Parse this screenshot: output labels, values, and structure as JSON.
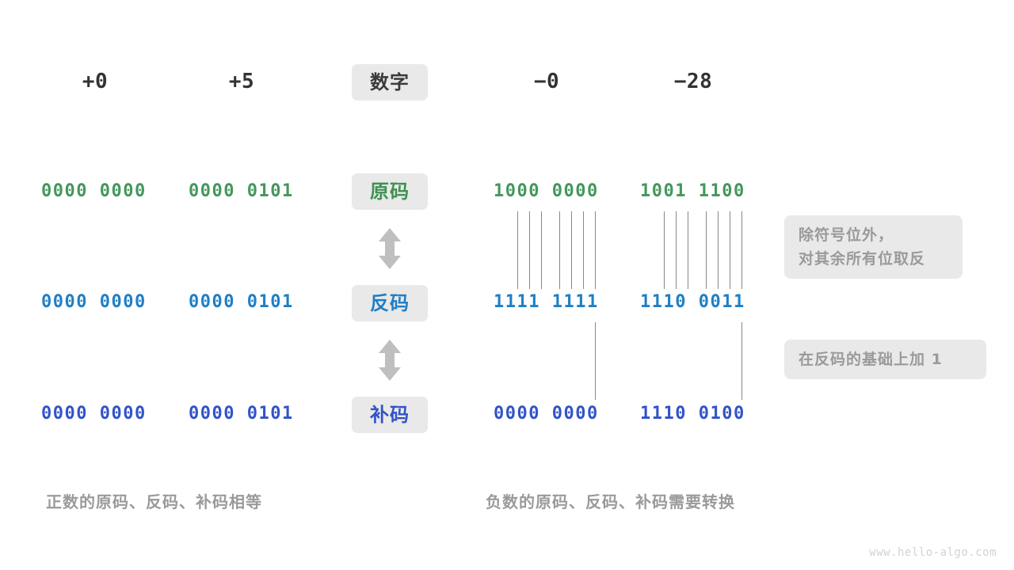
{
  "header": {
    "columns": [
      {
        "label": "+0",
        "kind": "number"
      },
      {
        "label": "+5",
        "kind": "number"
      },
      {
        "label": "数字",
        "kind": "badge"
      },
      {
        "label": "−0",
        "kind": "number"
      },
      {
        "label": "−28",
        "kind": "number"
      }
    ]
  },
  "rows": [
    {
      "badge": "原码",
      "color": "#44975b",
      "values": [
        "0000 0000",
        "0000 0101",
        "1000 0000",
        "1001 1100"
      ]
    },
    {
      "badge": "反码",
      "color": "#1f7fc4",
      "values": [
        "0000 0000",
        "0000 0101",
        "1111 1111",
        "1110 0011"
      ]
    },
    {
      "badge": "补码",
      "color": "#3253c8",
      "values": [
        "0000 0000",
        "0000 0101",
        "0000 0000",
        "1110 0100"
      ]
    }
  ],
  "notes": [
    {
      "text": "除符号位外，\n对其余所有位取反"
    },
    {
      "text": "在反码的基础上加  1"
    }
  ],
  "captions": {
    "left": "正数的原码、反码、补码相等",
    "right": "负数的原码、反码、补码需要转换"
  },
  "watermark": "www.hello-algo.com",
  "icons": {
    "arrow_up_down": "double-arrow-vertical"
  },
  "colors": {
    "green": "#44975b",
    "blue": "#1f7fc4",
    "indigo": "#3253c8",
    "badge_bg": "#e9e9e9",
    "note_bg": "#e9e9e9",
    "muted": "#9a9a9a",
    "line": "#888888"
  }
}
